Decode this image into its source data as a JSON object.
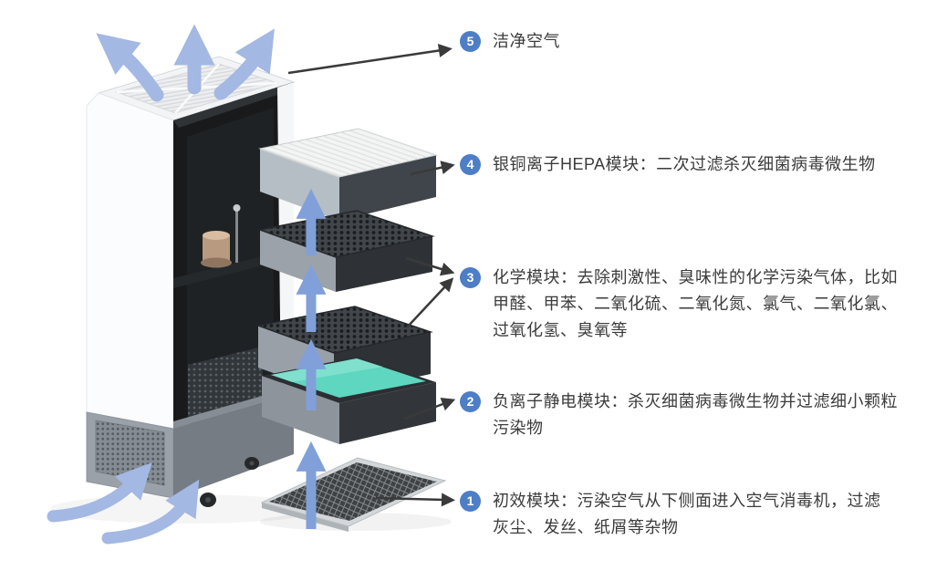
{
  "colors": {
    "badge_blue": "#4d7ec6",
    "airflow_light": "#a3b8e2",
    "airflow_mid": "#81a0d9",
    "leader_dark": "#3a3a3a",
    "text_dark": "#3b3b3b",
    "ion_teal": "#5ed6c0"
  },
  "icons": {
    "outflow_arrow": "curved-up-arrow",
    "inflow_arrow": "curved-in-arrow",
    "airflow_arrow": "up-arrow",
    "callout_arrow": "tapered-arrow"
  },
  "labels": [
    {
      "number": "1",
      "lines": [
        "初效模块：污染空气从下侧面进入空气消毒机，过滤",
        "灰尘、发丝、纸屑等杂物"
      ]
    },
    {
      "number": "2",
      "lines": [
        "负离子静电模块：杀灭细菌病毒微生物并过滤细小颗粒",
        "污染物"
      ]
    },
    {
      "number": "3",
      "lines": [
        "化学模块：去除刺激性、臭味性的化学污染气体，比如",
        "甲醛、甲苯、二氧化硫、二氧化氮、氯气、二氧化氯、",
        "过氧化氢、臭氧等"
      ]
    },
    {
      "number": "4",
      "lines": [
        "银铜离子HEPA模块：二次过滤杀灭细菌病毒微生物"
      ]
    },
    {
      "number": "5",
      "lines": [
        "洁净空气"
      ]
    }
  ]
}
